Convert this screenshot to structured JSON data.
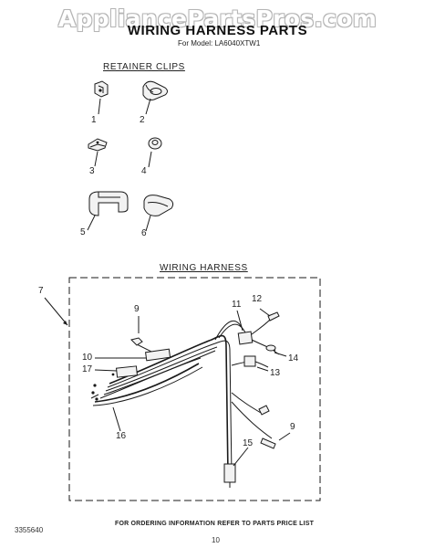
{
  "watermark": "AppliancePartsPros.com",
  "header": {
    "title": "WIRING HARNESS PARTS",
    "model": "For Model: LA6040XTW1"
  },
  "sections": {
    "retainer_clips": "RETAINER CLIPS",
    "wiring_harness": "WIRING HARNESS"
  },
  "callouts": [
    "1",
    "2",
    "3",
    "4",
    "5",
    "6",
    "7",
    "9",
    "11",
    "12",
    "10",
    "14",
    "17",
    "13",
    "16",
    "9",
    "15"
  ],
  "footer": {
    "code": "3355640",
    "ordering_note": "FOR ORDERING INFORMATION REFER TO PARTS PRICE LIST",
    "page": "10"
  }
}
